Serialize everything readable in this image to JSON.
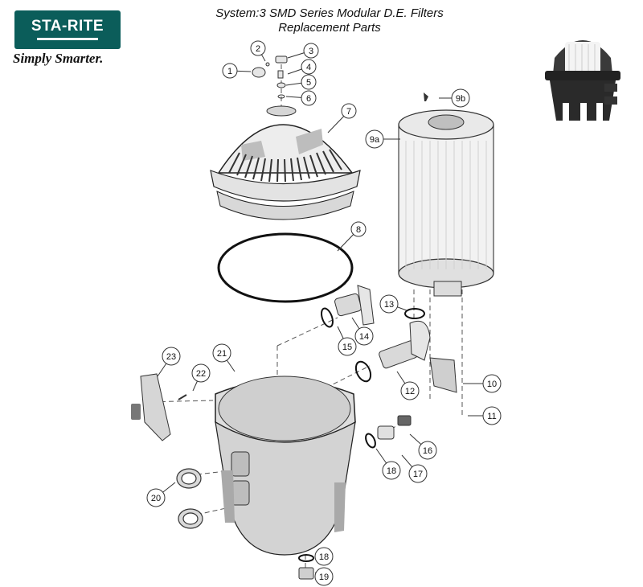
{
  "brand": {
    "logo_text": "STA-RITE",
    "tagline": "Simply Smarter.",
    "logo_color": "#0b5d5a"
  },
  "title": {
    "line1": "System:3 SMD Series Modular D.E. Filters",
    "line2": "Replacement Parts"
  },
  "callouts": [
    "1",
    "2",
    "3",
    "4",
    "5",
    "6",
    "7",
    "8",
    "9a",
    "9b",
    "10",
    "11",
    "12",
    "13",
    "14",
    "15",
    "16",
    "17",
    "18",
    "19",
    "20",
    "21",
    "22",
    "23"
  ]
}
